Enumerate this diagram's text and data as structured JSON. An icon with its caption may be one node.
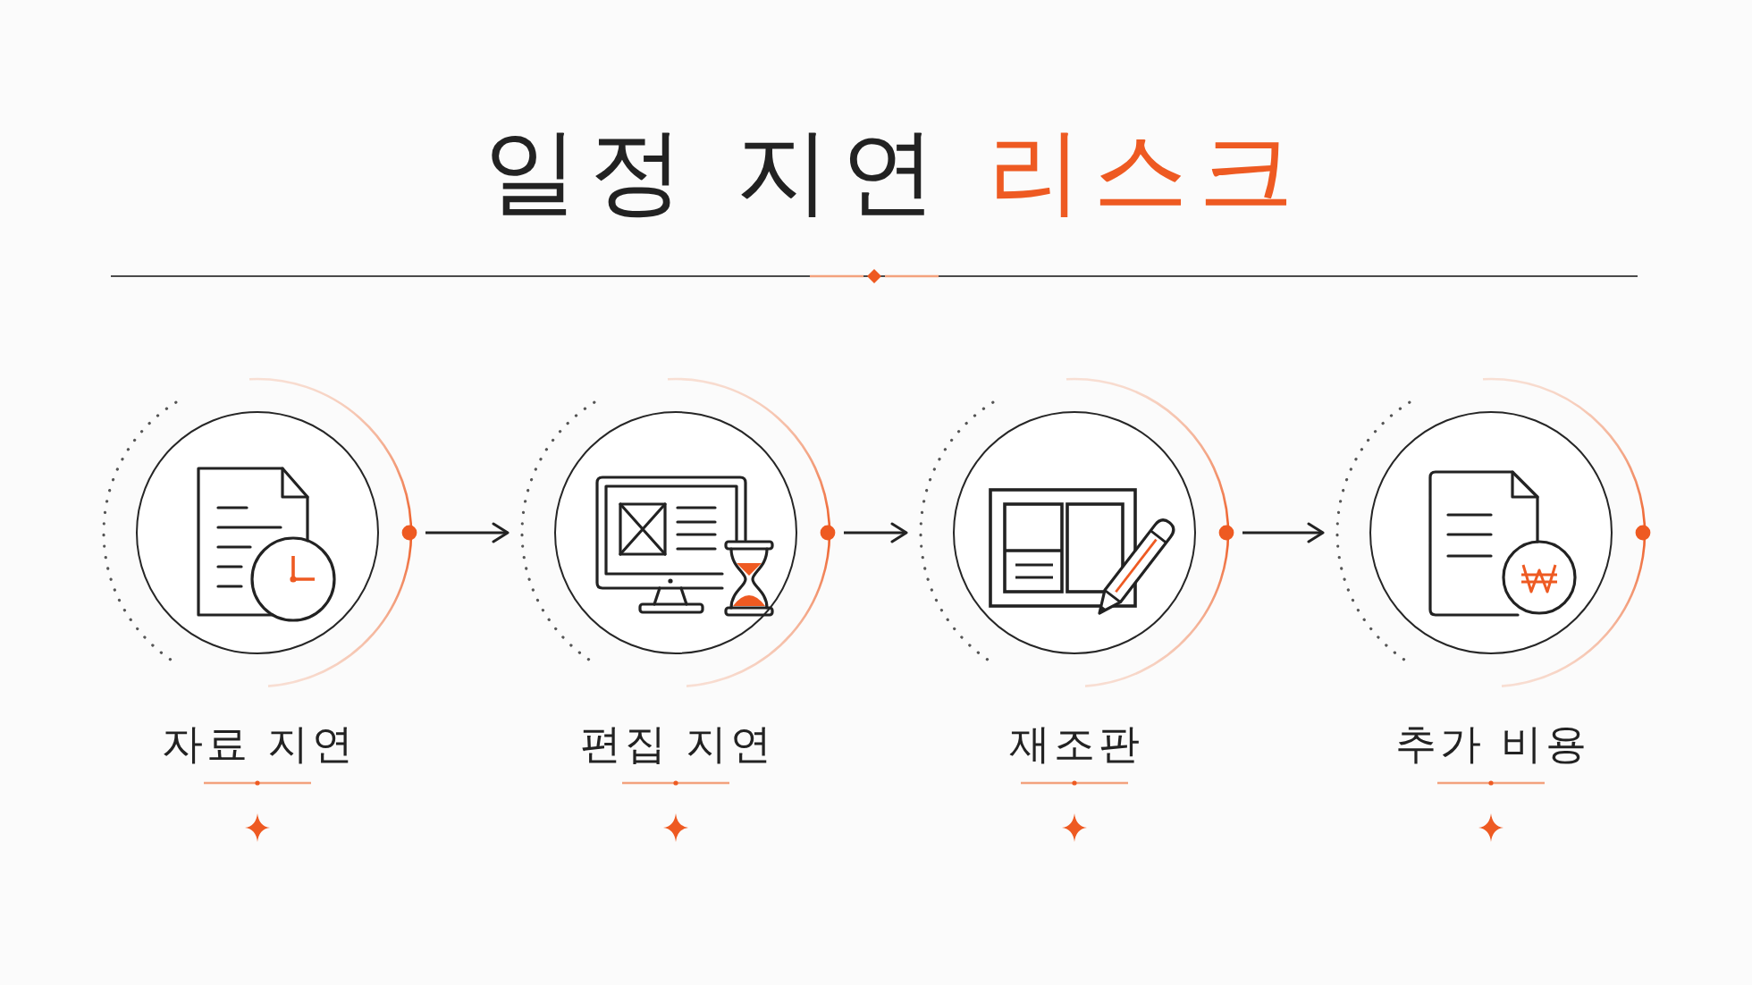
{
  "diagram": {
    "title": "일정 지연 **리스크**",
    "nodes": [
      {
        "text": [
          "자료 지연"
        ]
      },
      {
        "text": [
          "편집 지연"
        ]
      },
      {
        "text": [
          "재조판"
        ]
      },
      {
        "text": [
          "추가 비용"
        ]
      }
    ],
    "edges": [
      {
        "from": 0,
        "to": 1,
        "arrow": "to"
      },
      {
        "from": 1,
        "to": 2,
        "arrow": "to"
      },
      {
        "from": 2,
        "to": 3,
        "arrow": "to"
      }
    ]
  }
}
